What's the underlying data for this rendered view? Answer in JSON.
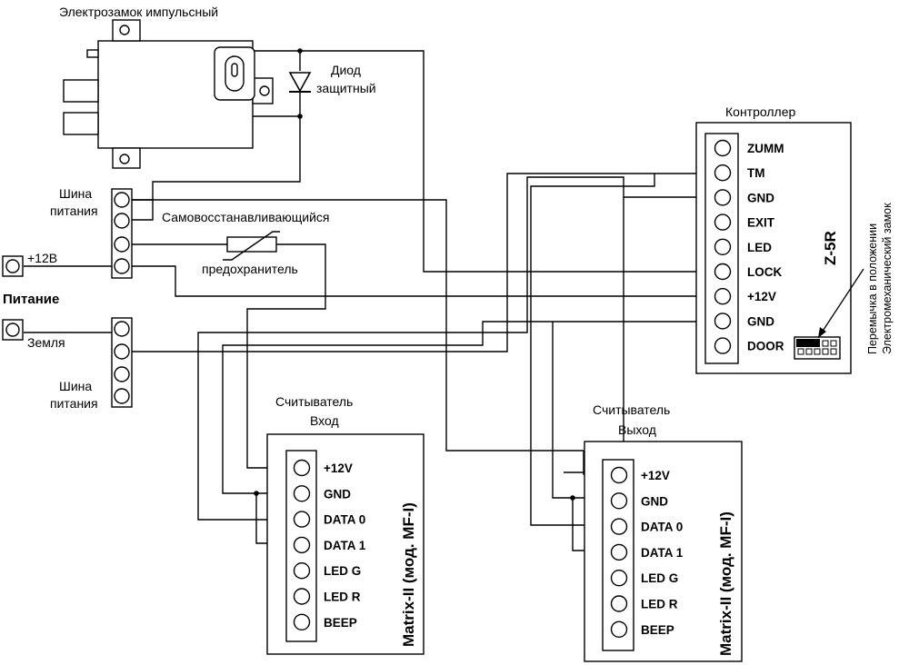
{
  "lock": {
    "title": "Электрозамок импульсный"
  },
  "diode": {
    "line1": "Диод",
    "line2": "защитный"
  },
  "bus_top": {
    "line1": "Шина",
    "line2": "питания"
  },
  "bus_bottom": {
    "line1": "Шина",
    "line2": "питания"
  },
  "fuse": {
    "line1": "Самовосстанавливающийся",
    "line2": "предохранитель"
  },
  "power": {
    "label": "Питание",
    "plus": "+12В",
    "ground": "Земля"
  },
  "controller": {
    "title": "Контроллер",
    "model": "Z-5R",
    "pins": [
      "ZUMM",
      "TM",
      "GND",
      "EXIT",
      "LED",
      "LOCK",
      "+12V",
      "GND",
      "DOOR"
    ],
    "jumper_note_1": "Перемычка в положении",
    "jumper_note_2": "Электромеханический замок"
  },
  "reader_in": {
    "title1": "Считыватель",
    "title2": "Вход",
    "model": "Matrix-II (мод. MF-I)",
    "pins": [
      "+12V",
      "GND",
      "DATA 0",
      "DATA 1",
      "LED G",
      "LED R",
      "BEEP"
    ]
  },
  "reader_out": {
    "title1": "Считыватель",
    "title2": "Выход",
    "model": "Matrix-II (мод. MF-I)",
    "pins": [
      "+12V",
      "GND",
      "DATA 0",
      "DATA 1",
      "LED G",
      "LED R",
      "BEEP"
    ]
  }
}
